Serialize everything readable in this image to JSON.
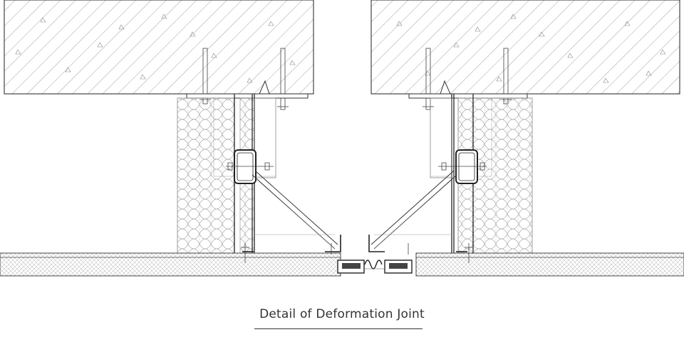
{
  "caption": "Detail of Deformation Joint",
  "colors": {
    "line": "#333333",
    "thin": "#6a6a6a",
    "hatch": "#8a8a8a",
    "background": "#ffffff"
  },
  "icons": [
    "concrete-slab-hatch",
    "insulation-batt-pattern",
    "steel-tube",
    "expansion-bellows"
  ]
}
